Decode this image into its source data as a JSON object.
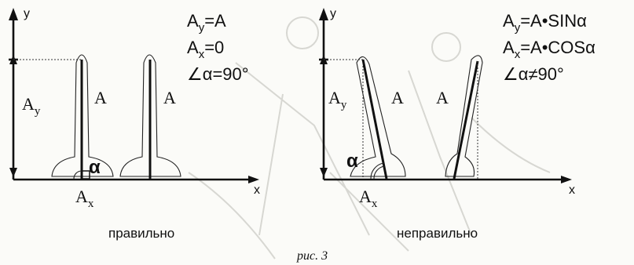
{
  "figure": {
    "caption": "рис. 3",
    "colors": {
      "ink": "#111111",
      "paper": "#fbfbf8",
      "ghost": "#d7d7d2"
    },
    "correct": {
      "axis_x": "x",
      "axis_y": "y",
      "label_ay": "A",
      "label_ay_sub": "y",
      "label_a_left": "A",
      "label_a_right": "A",
      "label_ax": "A",
      "label_ax_sub": "x",
      "angle_symbol": "α",
      "formula1_main": "A",
      "formula1_sub": "y",
      "formula1_rest": "=A",
      "formula2_main": "A",
      "formula2_sub": "x",
      "formula2_rest": "=0",
      "formula3": "∠α=90°",
      "caption": "правильно"
    },
    "incorrect": {
      "axis_x": "x",
      "axis_y": "y",
      "label_ay": "A",
      "label_ay_sub": "y",
      "label_a_left": "A",
      "label_a_right": "A",
      "label_ax": "A",
      "label_ax_sub": "x",
      "angle_symbol": "α",
      "formula1_main": "A",
      "formula1_sub": "y",
      "formula1_rest": "=A•SINα",
      "formula2_main": "A",
      "formula2_sub": "x",
      "formula2_rest": "=A•COSα",
      "formula3": "∠α≠90°",
      "caption": "неправильно"
    }
  }
}
